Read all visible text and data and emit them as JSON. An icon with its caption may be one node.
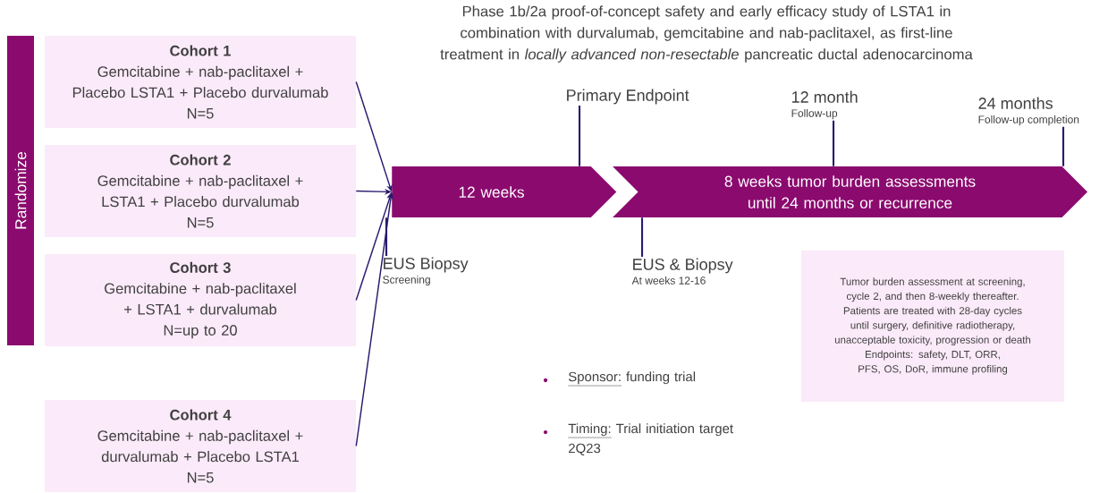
{
  "diagram": {
    "title": "Phase 1b/2a proof-of-concept safety and early efficacy study of LSTA1 in combination with durvalumab, gemcitabine and nab-paclitaxel, as first-line treatment in *locally advanced non-resectable* pancreatic ductal adenocarcinoma",
    "nodes": [
      {
        "text": [
          "Randomize"
        ]
      },
      {
        "text": [
          "Cohort 1",
          "Gemcitabine + nab-paclitaxel + Placebo LSTA1 + Placebo durvalumab",
          "N=5"
        ]
      },
      {
        "text": [
          "Cohort 2",
          "Gemcitabine + nab-paclitaxel + LSTA1 + Placebo durvalumab",
          "N=5"
        ]
      },
      {
        "text": [
          "Cohort 3",
          "Gemcitabine + nab-paclitaxel + LSTA1 + durvalumab",
          "N=up to 20"
        ]
      },
      {
        "text": [
          "Cohort 4",
          "Gemcitabine + nab-paclitaxel + durvalumab + Placebo LSTA1",
          "N=5"
        ]
      },
      {
        "text": [
          "12 weeks"
        ]
      },
      {
        "text": [
          "8 weeks tumor burden assessments until 24 months or recurrence"
        ]
      },
      {
        "text": [
          "Primary Endpoint"
        ]
      },
      {
        "text": [
          "12 month",
          "Follow-up"
        ]
      },
      {
        "text": [
          "24 months",
          "Follow-up completion"
        ]
      },
      {
        "text": [
          "EUS Biopsy",
          "Screening"
        ]
      },
      {
        "text": [
          "EUS & Biopsy",
          "At weeks 12-16"
        ]
      },
      {
        "text": [
          "Tumor burden assessment at screening, cycle 2, and then 8-weekly thereafter.",
          "Patients are treated with 28-day cycles until surgery, definitive radiotherapy, unacceptable toxicity, progression or death",
          "Endpoints: safety, DLT, ORR, PFS, OS, DoR, immune profiling"
        ]
      }
    ],
    "edges": [
      {
        "from": 1,
        "to": 5,
        "arrow": "to"
      },
      {
        "from": 2,
        "to": 5,
        "arrow": "to"
      },
      {
        "from": 3,
        "to": 5,
        "arrow": "to"
      },
      {
        "from": 4,
        "to": 5,
        "arrow": "to"
      },
      {
        "from": 7,
        "to": 5,
        "arrow": "none"
      },
      {
        "from": 8,
        "to": 6,
        "arrow": "none"
      },
      {
        "from": 9,
        "to": 6,
        "arrow": "none"
      },
      {
        "from": 10,
        "to": 5,
        "arrow": "none"
      },
      {
        "from": 11,
        "to": 6,
        "arrow": "none"
      }
    ],
    "labels": [
      "Sponsor:",
      "funding trial",
      "Timing:",
      "Trial initiation target 2Q23"
    ]
  }
}
